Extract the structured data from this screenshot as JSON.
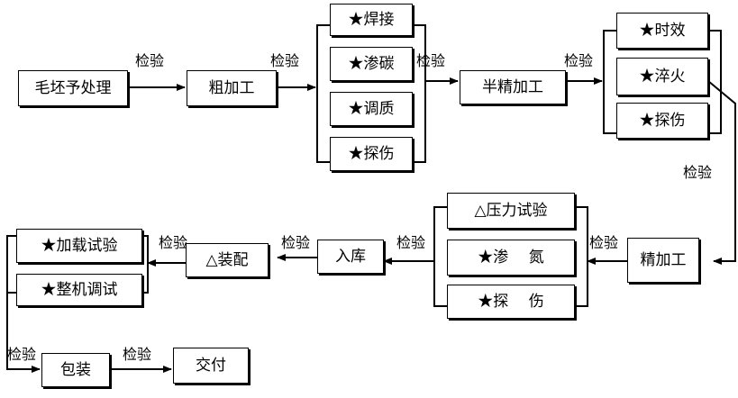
{
  "nodes": {
    "pretreat": "毛坯予处理",
    "rough": "粗加工",
    "weld": "★焊接",
    "carburize": "★渗碳",
    "temper": "★调质",
    "flaw1": "★探伤",
    "semi": "半精加工",
    "aging": "★时效",
    "quench": "★淬火",
    "flaw2": "★探伤",
    "finish": "精加工",
    "pressure": "△压力试验",
    "nitride": "★渗　 氮",
    "flaw3": "★探　 伤",
    "warehouse": "入库",
    "assembly": "△装配",
    "load_test": "★加载试验",
    "debug": "★整机调试",
    "pack": "包装",
    "deliver": "交付"
  },
  "labels": {
    "i1": "检验",
    "i2": "检验",
    "i3": "检验",
    "i4": "检验",
    "i5": "检验",
    "i6": "检验",
    "i7": "检验",
    "i8": "检验",
    "i9": "检验",
    "i10": "检验",
    "i11": "检验"
  }
}
